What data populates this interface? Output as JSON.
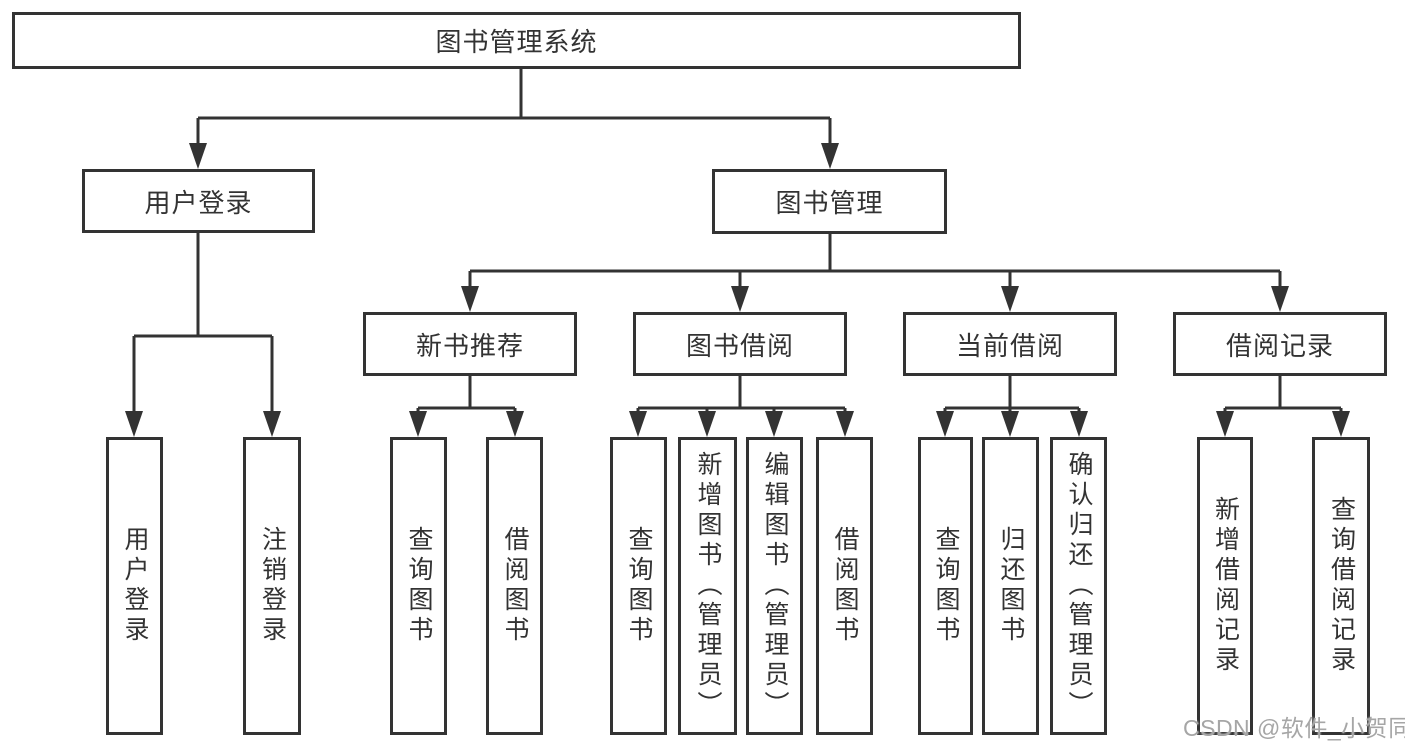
{
  "diagram": {
    "root": {
      "label": "图书管理系统"
    },
    "branches": [
      {
        "label": "用户登录",
        "children": [
          {
            "label": "用户登录"
          },
          {
            "label": "注销登录"
          }
        ]
      },
      {
        "label": "图书管理",
        "children": [
          {
            "label": "新书推荐",
            "children": [
              {
                "label": "查询图书"
              },
              {
                "label": "借阅图书"
              }
            ]
          },
          {
            "label": "图书借阅",
            "children": [
              {
                "label": "查询图书"
              },
              {
                "label": "新增图书（管理员）"
              },
              {
                "label": "编辑图书（管理员）"
              },
              {
                "label": "借阅图书"
              }
            ]
          },
          {
            "label": "当前借阅",
            "children": [
              {
                "label": "查询图书"
              },
              {
                "label": "归还图书"
              },
              {
                "label": "确认归还（管理员）"
              }
            ]
          },
          {
            "label": "借阅记录",
            "children": [
              {
                "label": "新增借阅记录"
              },
              {
                "label": "查询借阅记录"
              }
            ]
          }
        ]
      }
    ]
  },
  "watermark": {
    "text": "CSDN @软件_小贺同学"
  },
  "colors": {
    "line": "#333333",
    "text": "#333333",
    "watermark": "#a6a6a6",
    "background": "#ffffff"
  }
}
